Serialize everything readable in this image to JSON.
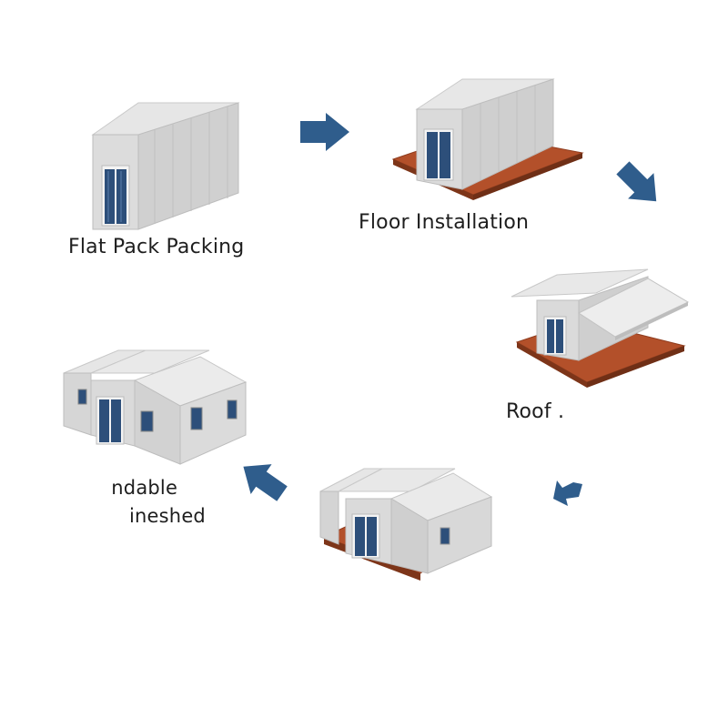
{
  "accent_color": "#2f5d8c",
  "floor_color": "#b3502a",
  "labels": {
    "step1": "Flat Pack Packing",
    "step2": "Floor Installation",
    "step3": "Roof .",
    "step5_line1": " ndable",
    "step5_line2": "ineshed"
  },
  "icons": [
    "arrow-right-icon",
    "arrow-down-right-icon",
    "arrow-down-left-icon",
    "arrow-up-left-icon"
  ]
}
